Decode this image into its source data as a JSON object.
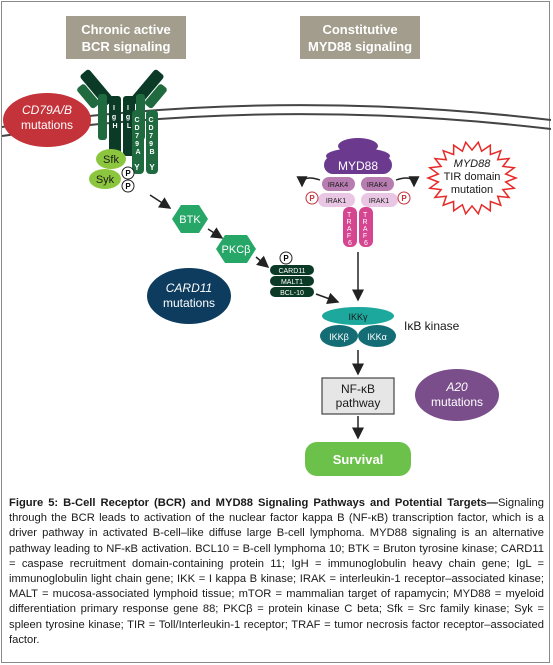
{
  "diagram": {
    "bcr_header": [
      "Chronic active",
      "BCR signaling"
    ],
    "myd88_header": [
      "Constitutive",
      "MYD88 signaling"
    ],
    "cd79_mutation": [
      "CD79A/B",
      "mutations"
    ],
    "card11_mutation": [
      "CARD11",
      "mutations"
    ],
    "myd88_mutation": [
      "MYD88",
      "TIR domain",
      "mutation"
    ],
    "a20_mutation": [
      "A20",
      "mutations"
    ],
    "receptor": {
      "igh": [
        "I",
        "g",
        "H"
      ],
      "igl": [
        "I",
        "g",
        "L"
      ],
      "cd79a": [
        "C",
        "D",
        "7",
        "9",
        "A"
      ],
      "cd79b": [
        "C",
        "D",
        "7",
        "9",
        "B"
      ],
      "y": "Y"
    },
    "sfk": "Sfk",
    "syk": "Syk",
    "p": "P",
    "btk": "BTK",
    "pkcb": "PKCβ",
    "cbm": [
      "CARD11",
      "MALT1",
      "BCL-10"
    ],
    "myd88": "MYD88",
    "irak4": "IRAK4",
    "irak1": "IRAK1",
    "traf6": [
      "T",
      "R",
      "A",
      "F",
      "6"
    ],
    "ikk": {
      "gamma": "IKKγ",
      "beta": "IKKβ",
      "alpha": "IKKα",
      "label": "IκB kinase"
    },
    "nfkb": [
      "NF-κB",
      "pathway"
    ],
    "survival": "Survival",
    "colors": {
      "header_bg": "#a39d8d",
      "cd79_bubble": "#c5333a",
      "card11_bubble": "#0e3c5e",
      "a20_bubble": "#7a4d8b",
      "receptor_dark": "#0b3a27",
      "receptor_mid": "#1f6a3f",
      "sfk_syk": "#8cc63f",
      "btk_pkc": "#27a767",
      "myd88_purple": "#6b3a8e",
      "irak_mauve": "#b77cb0",
      "traf_pink": "#d6458f",
      "ikk_teal": "#1da89e",
      "ikk_dark": "#146d75",
      "survival": "#6cc14a",
      "star": "#e62a28"
    }
  },
  "caption": {
    "title": "Figure 5: B-Cell Receptor (BCR) and MYD88 Signaling Pathways and Potential Targets—",
    "body": "Signaling through the BCR leads to activation of the nuclear factor kappa B (NF-κB) transcription factor, which is a driver pathway in activated B-cell–like diffuse large B-cell lymphoma. MYD88 signaling is an alternative pathway leading to NF-κB activation. BCL10 = B-cell lymphoma 10; BTK = Bruton tyrosine kinase; CARD11 = caspase recruitment domain-containing protein 11; IgH = immunoglobulin heavy chain gene; IgL = immunoglobulin light chain gene; IKK = I kappa B kinase; IRAK = interleukin-1 receptor–associated kinase; MALT = mucosa-associated lymphoid tissue; mTOR = mammalian target of rapamycin; MYD88 = myeloid differentiation primary response gene 88; PKCβ = protein kinase C beta; Sfk = Src family kinase; Syk = spleen tyrosine kinase; TIR = Toll/Interleukin-1 receptor; TRAF = tumor necrosis factor receptor–associated factor."
  }
}
